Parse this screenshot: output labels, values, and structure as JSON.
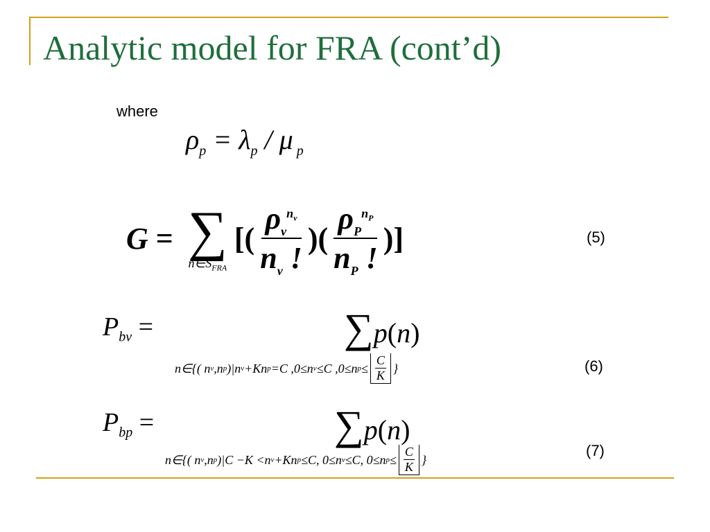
{
  "slide": {
    "title": "Analytic model for FRA (cont’d)",
    "where_label": "where",
    "eq5_label": "(5)",
    "eq6_label": "(6)",
    "eq7_label": "(7)"
  }
}
